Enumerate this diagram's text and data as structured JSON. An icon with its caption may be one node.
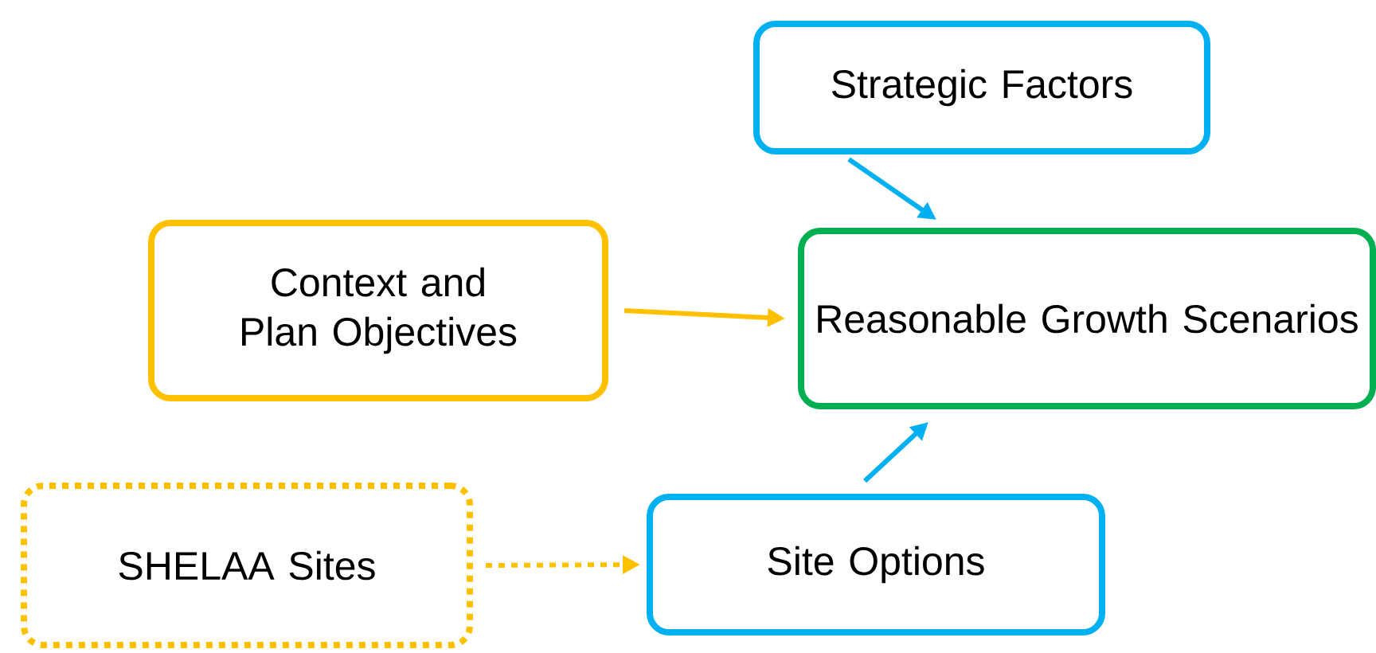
{
  "diagram": {
    "nodes": [
      {
        "text": [
          "Strategic Factors"
        ]
      },
      {
        "text": [
          "Context and Plan Objectives"
        ]
      },
      {
        "text": [
          "Reasonable Growth Scenarios"
        ]
      },
      {
        "text": [
          "SHELAA Sites"
        ]
      },
      {
        "text": [
          "Site Options"
        ]
      }
    ],
    "edges": [
      {
        "from": 0,
        "to": 2,
        "arrow": "to",
        "color": "#00b0f0"
      },
      {
        "from": 1,
        "to": 2,
        "arrow": "to",
        "color": "#ffc000"
      },
      {
        "from": 3,
        "to": 4,
        "arrow": "to",
        "style": "dashed",
        "color": "#ffc000"
      },
      {
        "from": 4,
        "to": 2,
        "arrow": "to",
        "color": "#00b0f0"
      }
    ]
  }
}
